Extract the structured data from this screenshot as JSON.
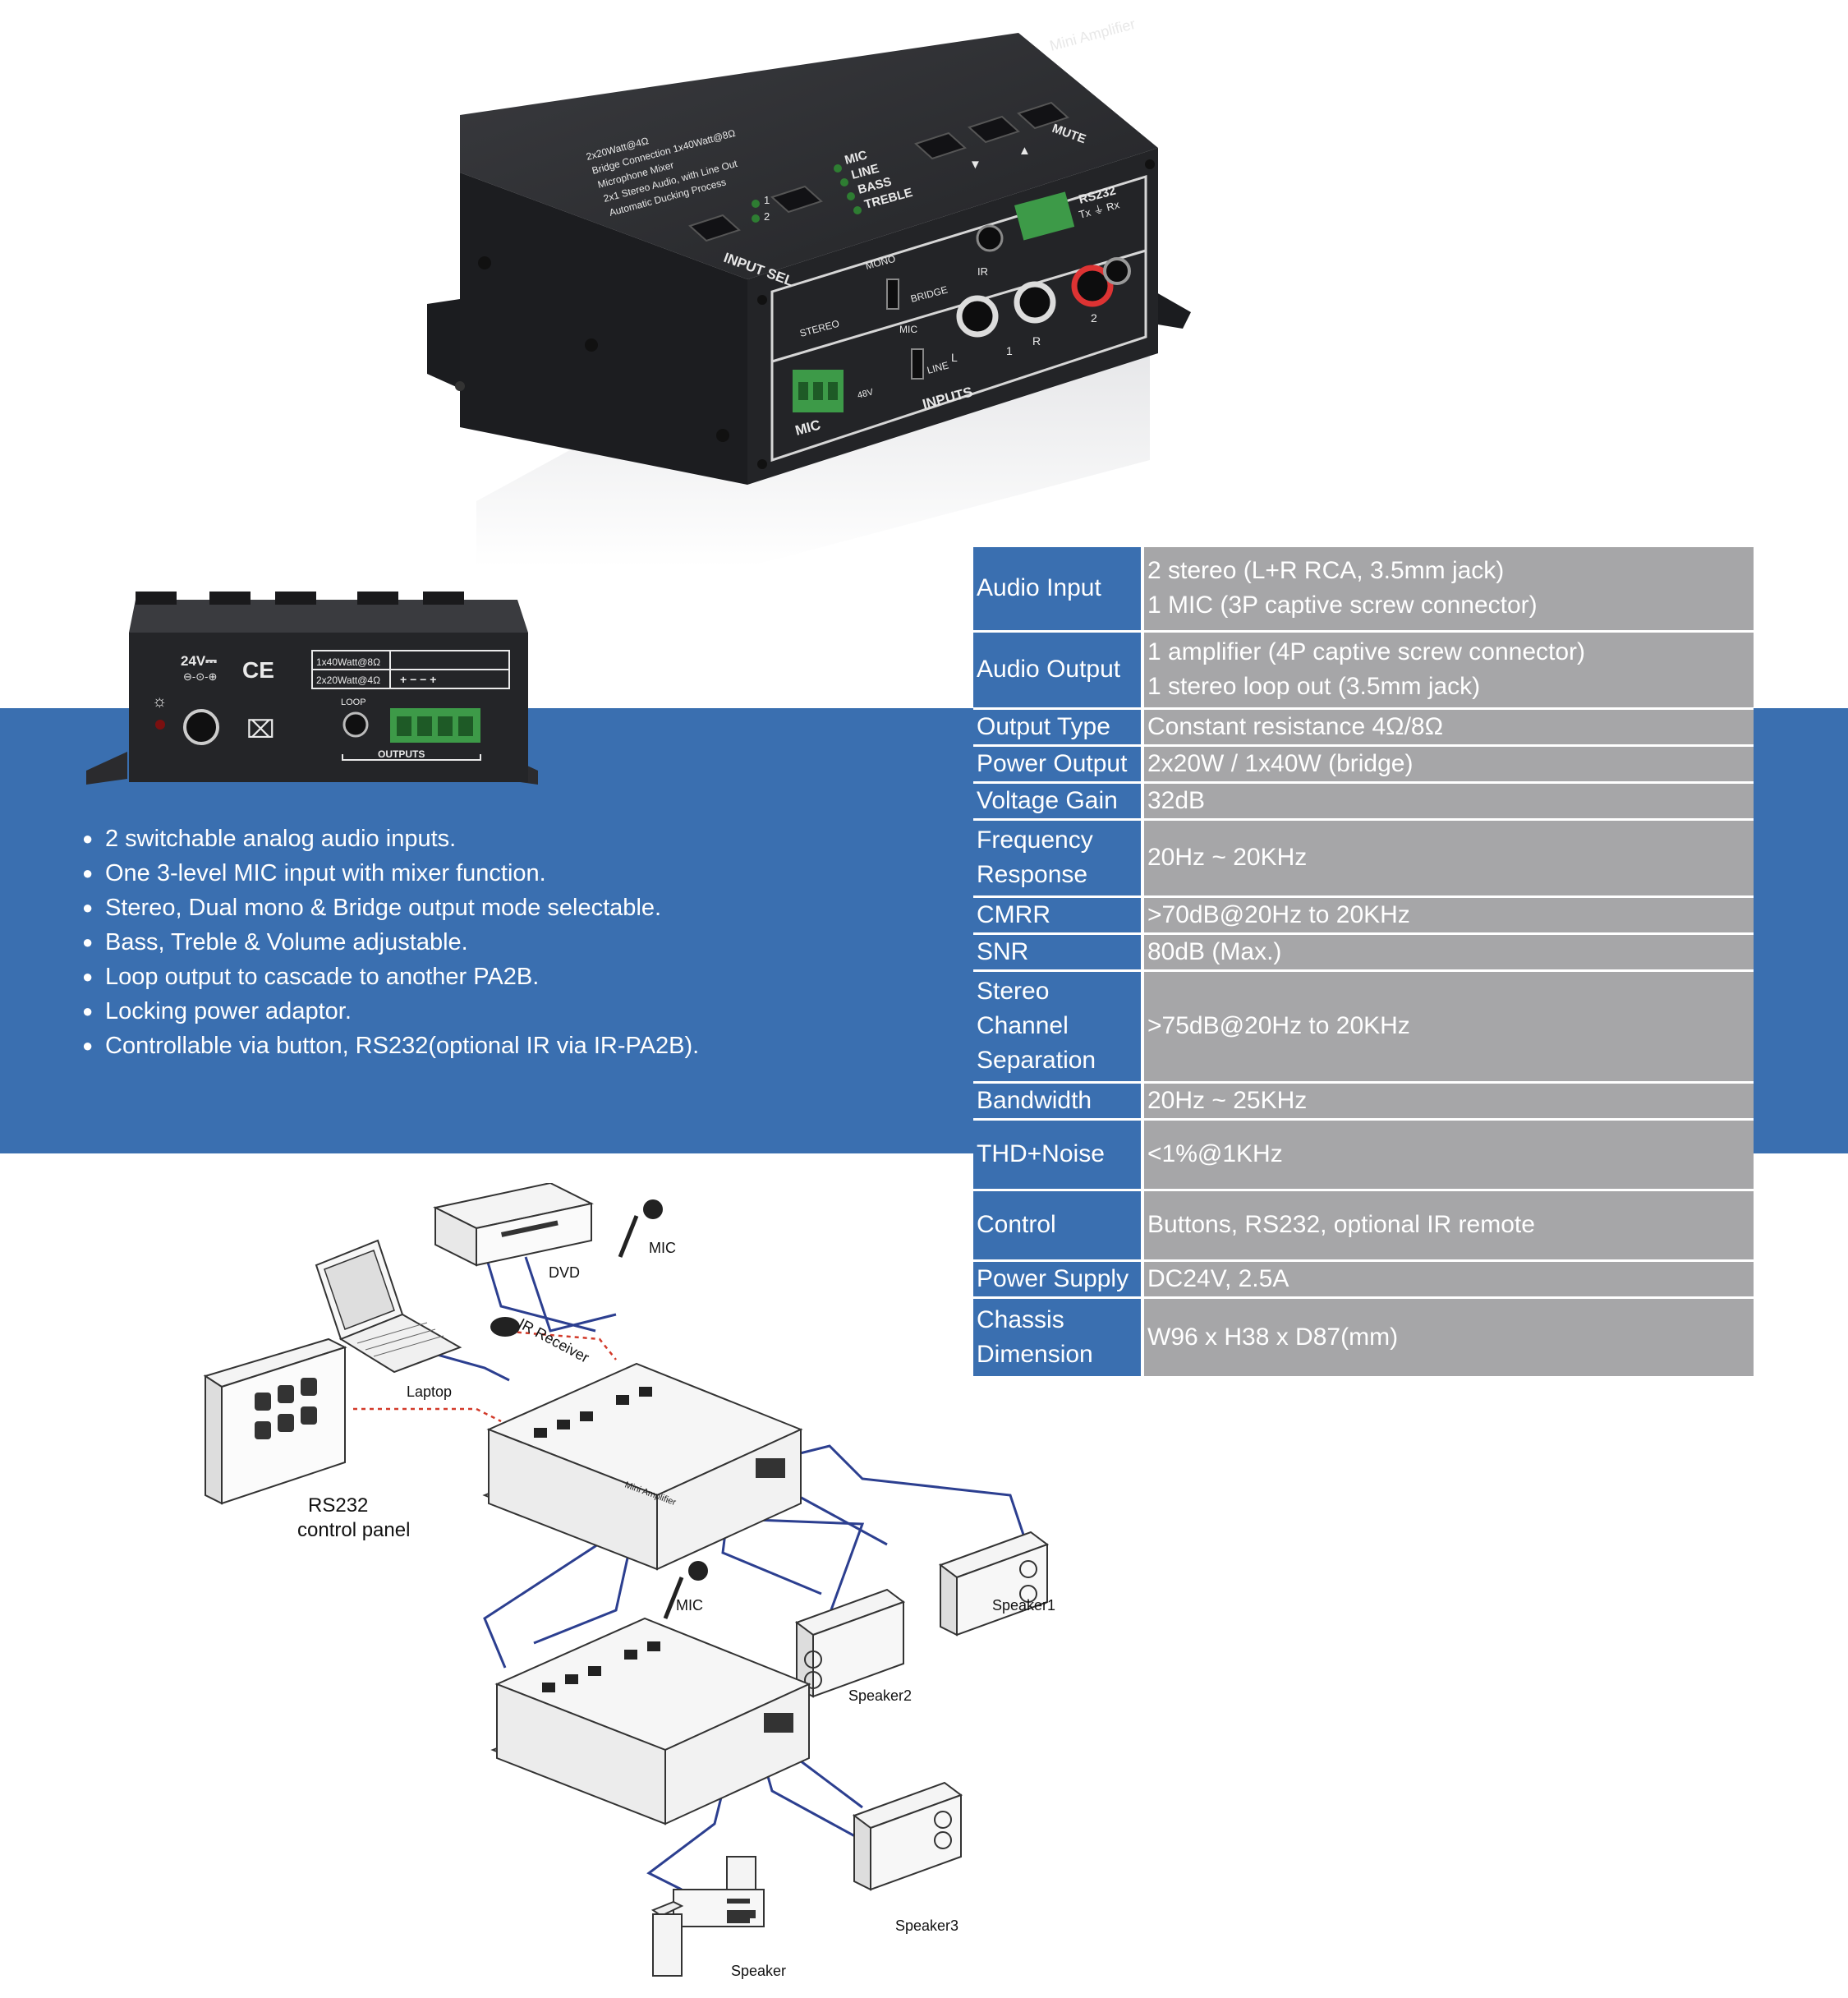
{
  "product_top": {
    "panel_label": "Mini Amplifier",
    "feature_notes": [
      "2x20Watt@4Ω",
      "Bridge Connection 1x40Watt@8Ω",
      "Microphone Mixer",
      "2x1 Stereo Audio, with Line Out",
      "Automatic Ducking Process"
    ],
    "input_sel": "INPUT SEL",
    "input_one": "1",
    "input_two": "2",
    "mode_labels": [
      "MIC",
      "LINE",
      "BASS",
      "TREBLE"
    ],
    "mute": "MUTE",
    "rs232": "RS232",
    "rs232_pins": "Tx ⏚ Rx",
    "ir": "IR",
    "mono": "MONO",
    "bridge": "BRIDGE",
    "stereo": "STEREO",
    "mic_switch": "MIC",
    "line_switch": "LINE",
    "inputs": "INPUTS",
    "mic": "MIC",
    "v48": "48V",
    "rca_l": "L",
    "rca_r": "R",
    "rca_1": "1",
    "rca_2": "2"
  },
  "product_rear": {
    "voltage": "24V⎓",
    "ce": "CE",
    "row1": "1x40Watt@8Ω",
    "row2": "2x20Watt@4Ω",
    "loop": "LOOP",
    "outputs": "OUTPUTS"
  },
  "features": [
    "2 switchable analog audio inputs.",
    "One 3-level MIC input with mixer function.",
    "Stereo, Dual mono & Bridge output mode selectable.",
    "Bass, Treble & Volume adjustable.",
    "Loop output to cascade to another PA2B.",
    "Locking power adaptor.",
    "Controllable via button, RS232(optional IR via IR-PA2B)."
  ],
  "specs": [
    {
      "label": "Audio Input",
      "lines": [
        "2 stereo (L+R RCA, 3.5mm jack)",
        "1 MIC (3P captive screw connector)"
      ]
    },
    {
      "label": "Audio Output",
      "lines": [
        "1 amplifier (4P captive screw connector)",
        "1 stereo loop out (3.5mm jack)"
      ]
    },
    {
      "label": "Output Type",
      "lines": [
        "Constant resistance 4Ω/8Ω"
      ]
    },
    {
      "label": "Power Output",
      "lines": [
        "2x20W / 1x40W (bridge)"
      ]
    },
    {
      "label": "Voltage Gain",
      "lines": [
        "32dB"
      ]
    },
    {
      "label": "Frequency Response",
      "lines": [
        "20Hz ~ 20KHz"
      ]
    },
    {
      "label": "CMRR",
      "lines": [
        ">70dB@20Hz to 20KHz"
      ]
    },
    {
      "label": "SNR",
      "lines": [
        "80dB (Max.)"
      ]
    },
    {
      "label": "Stereo Channel Separation",
      "lines": [
        ">75dB@20Hz to 20KHz"
      ]
    },
    {
      "label": "Bandwidth",
      "lines": [
        "20Hz ~ 25KHz"
      ]
    },
    {
      "label": "THD+Noise",
      "lines": [
        "<1%@1KHz"
      ]
    },
    {
      "label": "Control",
      "lines": [
        "Buttons, RS232, optional IR remote"
      ]
    },
    {
      "label": "Power Supply",
      "lines": [
        "DC24V, 2.5A"
      ]
    },
    {
      "label": "Chassis Dimension",
      "lines": [
        "W96 x H38 x D87(mm)"
      ]
    }
  ],
  "diagram": {
    "dvd": "DVD",
    "mic": "MIC",
    "laptop": "Laptop",
    "ir_receiver": "IR Receiver",
    "panel_line1": "RS232",
    "panel_line2": "control panel",
    "mic2": "MIC",
    "speaker1": "Speaker1",
    "speaker2": "Speaker2",
    "speaker3": "Speaker3",
    "speaker": "Speaker",
    "unit_label": "Mini Amplifier"
  },
  "colors": {
    "band": "#3a6fb0",
    "value_cell": "#a6a6a8",
    "device_body": "#2a2b2e",
    "connector_green": "#3d9a48",
    "wire": "#2c3f90",
    "ir_line": "#d23a2a"
  }
}
